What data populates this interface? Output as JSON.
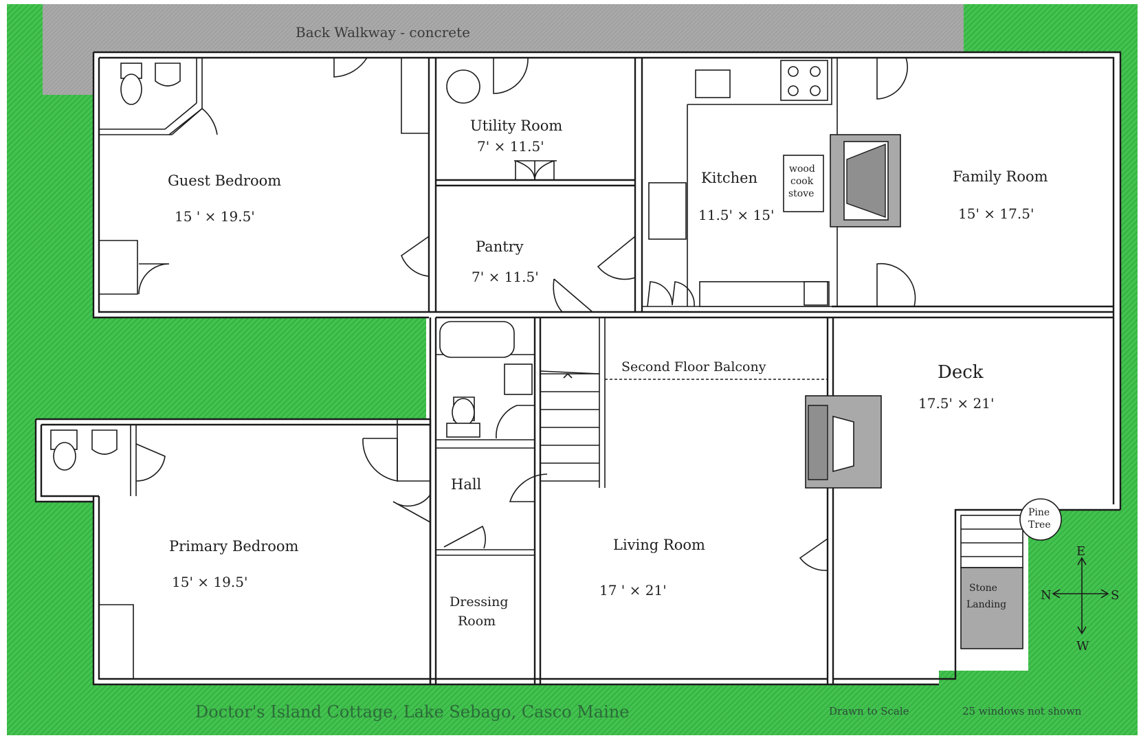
{
  "title": "Doctor's Island Cottage, Lake Sebago, Casco Maine",
  "note_scale": "Drawn to Scale",
  "note_windows": "25 windows not shown",
  "walkway": "Back Walkway - concrete",
  "rooms": {
    "guest_bedroom": {
      "name": "Guest Bedroom",
      "dim": "15 ' × 19.5'"
    },
    "utility_room": {
      "name": "Utility Room",
      "dim": "7' × 11.5'"
    },
    "pantry": {
      "name": "Pantry",
      "dim": "7' × 11.5'"
    },
    "kitchen": {
      "name": "Kitchen",
      "dim": "11.5' × 15'"
    },
    "family_room": {
      "name": "Family Room",
      "dim": "15' × 17.5'"
    },
    "deck": {
      "name": "Deck",
      "dim": "17.5' × 21'"
    },
    "living_room": {
      "name": "Living Room",
      "dim": "17 ' × 21'"
    },
    "primary_bedroom": {
      "name": "Primary Bedroom",
      "dim": "15' × 19.5'"
    },
    "hall": {
      "name": "Hall"
    },
    "dressing_room": {
      "line1": "Dressing",
      "line2": "Room"
    }
  },
  "features": {
    "balcony": "Second Floor Balcony",
    "stove_line1": "wood",
    "stove_line2": "cook",
    "stove_line3": "stove",
    "pine_line1": "Pine",
    "pine_line2": "Tree",
    "landing_line1": "Stone",
    "landing_line2": "Landing"
  },
  "compass": {
    "n": "N",
    "s": "S",
    "e": "E",
    "w": "W"
  },
  "colors": {
    "grass": "#3fbf4b",
    "concrete": "#a8a8a8",
    "fireplace": "#a9a9a9",
    "ink": "#1a1a1a"
  }
}
